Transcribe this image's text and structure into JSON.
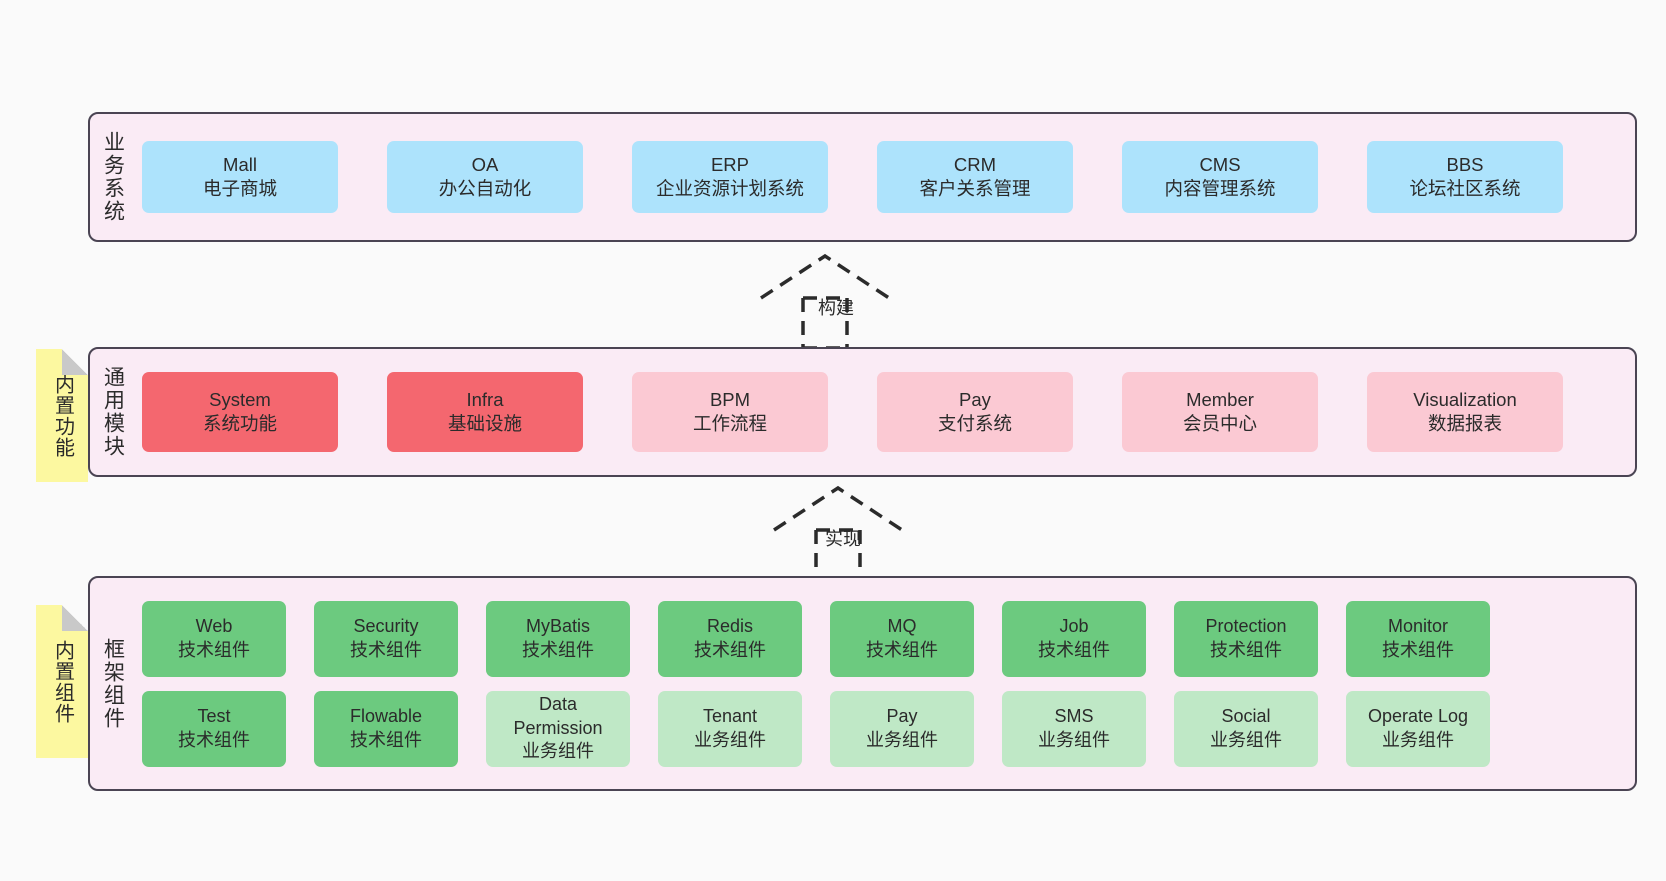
{
  "diagram": {
    "background_color": "#fafafa",
    "layer_fill": "#faebf5",
    "layer_border": "#4a4453"
  },
  "layers": [
    {
      "id": "business",
      "title": "业务系统",
      "card_color": "#ade3fc",
      "rows": [
        {
          "cards": [
            {
              "name": "Mall",
              "desc": "电子商城",
              "color": "#ade3fc"
            },
            {
              "name": "OA",
              "desc": "办公自动化",
              "color": "#ade3fc"
            },
            {
              "name": "ERP",
              "desc": "企业资源计划系统",
              "color": "#ade3fc"
            },
            {
              "name": "CRM",
              "desc": "客户关系管理",
              "color": "#ade3fc"
            },
            {
              "name": "CMS",
              "desc": "内容管理系统",
              "color": "#ade3fc"
            },
            {
              "name": "BBS",
              "desc": "论坛社区系统",
              "color": "#ade3fc"
            }
          ]
        }
      ]
    },
    {
      "id": "modules",
      "title": "通用模块",
      "sticky": "内置功能",
      "rows": [
        {
          "cards": [
            {
              "name": "System",
              "desc": "系统功能",
              "color": "#f4676f",
              "style": "c-red"
            },
            {
              "name": "Infra",
              "desc": "基础设施",
              "color": "#f4676f",
              "style": "c-red"
            },
            {
              "name": "BPM",
              "desc": "工作流程",
              "color": "#fbc9d3",
              "style": "c-pink"
            },
            {
              "name": "Pay",
              "desc": "支付系统",
              "color": "#fbc9d3",
              "style": "c-pink"
            },
            {
              "name": "Member",
              "desc": "会员中心",
              "color": "#fbc9d3",
              "style": "c-pink"
            },
            {
              "name": "Visualization",
              "desc": "数据报表",
              "color": "#fbc9d3",
              "style": "c-pink"
            }
          ]
        }
      ]
    },
    {
      "id": "framework",
      "title": "框架组件",
      "sticky": "内置组件",
      "rows": [
        {
          "cards": [
            {
              "name": "Web",
              "desc": "技术组件",
              "color": "#6cca7f",
              "style": "c-green-d"
            },
            {
              "name": "Security",
              "desc": "技术组件",
              "color": "#6cca7f",
              "style": "c-green-d"
            },
            {
              "name": "MyBatis",
              "desc": "技术组件",
              "color": "#6cca7f",
              "style": "c-green-d"
            },
            {
              "name": "Redis",
              "desc": "技术组件",
              "color": "#6cca7f",
              "style": "c-green-d"
            },
            {
              "name": "MQ",
              "desc": "技术组件",
              "color": "#6cca7f",
              "style": "c-green-d"
            },
            {
              "name": "Job",
              "desc": "技术组件",
              "color": "#6cca7f",
              "style": "c-green-d"
            },
            {
              "name": "Protection",
              "desc": "技术组件",
              "color": "#6cca7f",
              "style": "c-green-d"
            },
            {
              "name": "Monitor",
              "desc": "技术组件",
              "color": "#6cca7f",
              "style": "c-green-d"
            }
          ]
        },
        {
          "cards": [
            {
              "name": "Test",
              "desc": "技术组件",
              "color": "#6cca7f",
              "style": "c-green-d"
            },
            {
              "name": "Flowable",
              "desc": "技术组件",
              "color": "#6cca7f",
              "style": "c-green-d"
            },
            {
              "name": "Data Permission",
              "desc": "业务组件",
              "color": "#bfe8c6",
              "style": "c-green-l"
            },
            {
              "name": "Tenant",
              "desc": "业务组件",
              "color": "#bfe8c6",
              "style": "c-green-l"
            },
            {
              "name": "Pay",
              "desc": "业务组件",
              "color": "#bfe8c6",
              "style": "c-green-l"
            },
            {
              "name": "SMS",
              "desc": "业务组件",
              "color": "#bfe8c6",
              "style": "c-green-l"
            },
            {
              "name": "Social",
              "desc": "业务组件",
              "color": "#bfe8c6",
              "style": "c-green-l"
            },
            {
              "name": "Operate Log",
              "desc": "业务组件",
              "color": "#bfe8c6",
              "style": "c-green-l"
            }
          ]
        }
      ]
    }
  ],
  "connectors": [
    {
      "id": "build",
      "label": "构建",
      "from": "modules",
      "to": "business",
      "style": "dashed-generalization"
    },
    {
      "id": "impl",
      "label": "实现",
      "from": "framework",
      "to": "modules",
      "style": "dashed-generalization"
    }
  ]
}
